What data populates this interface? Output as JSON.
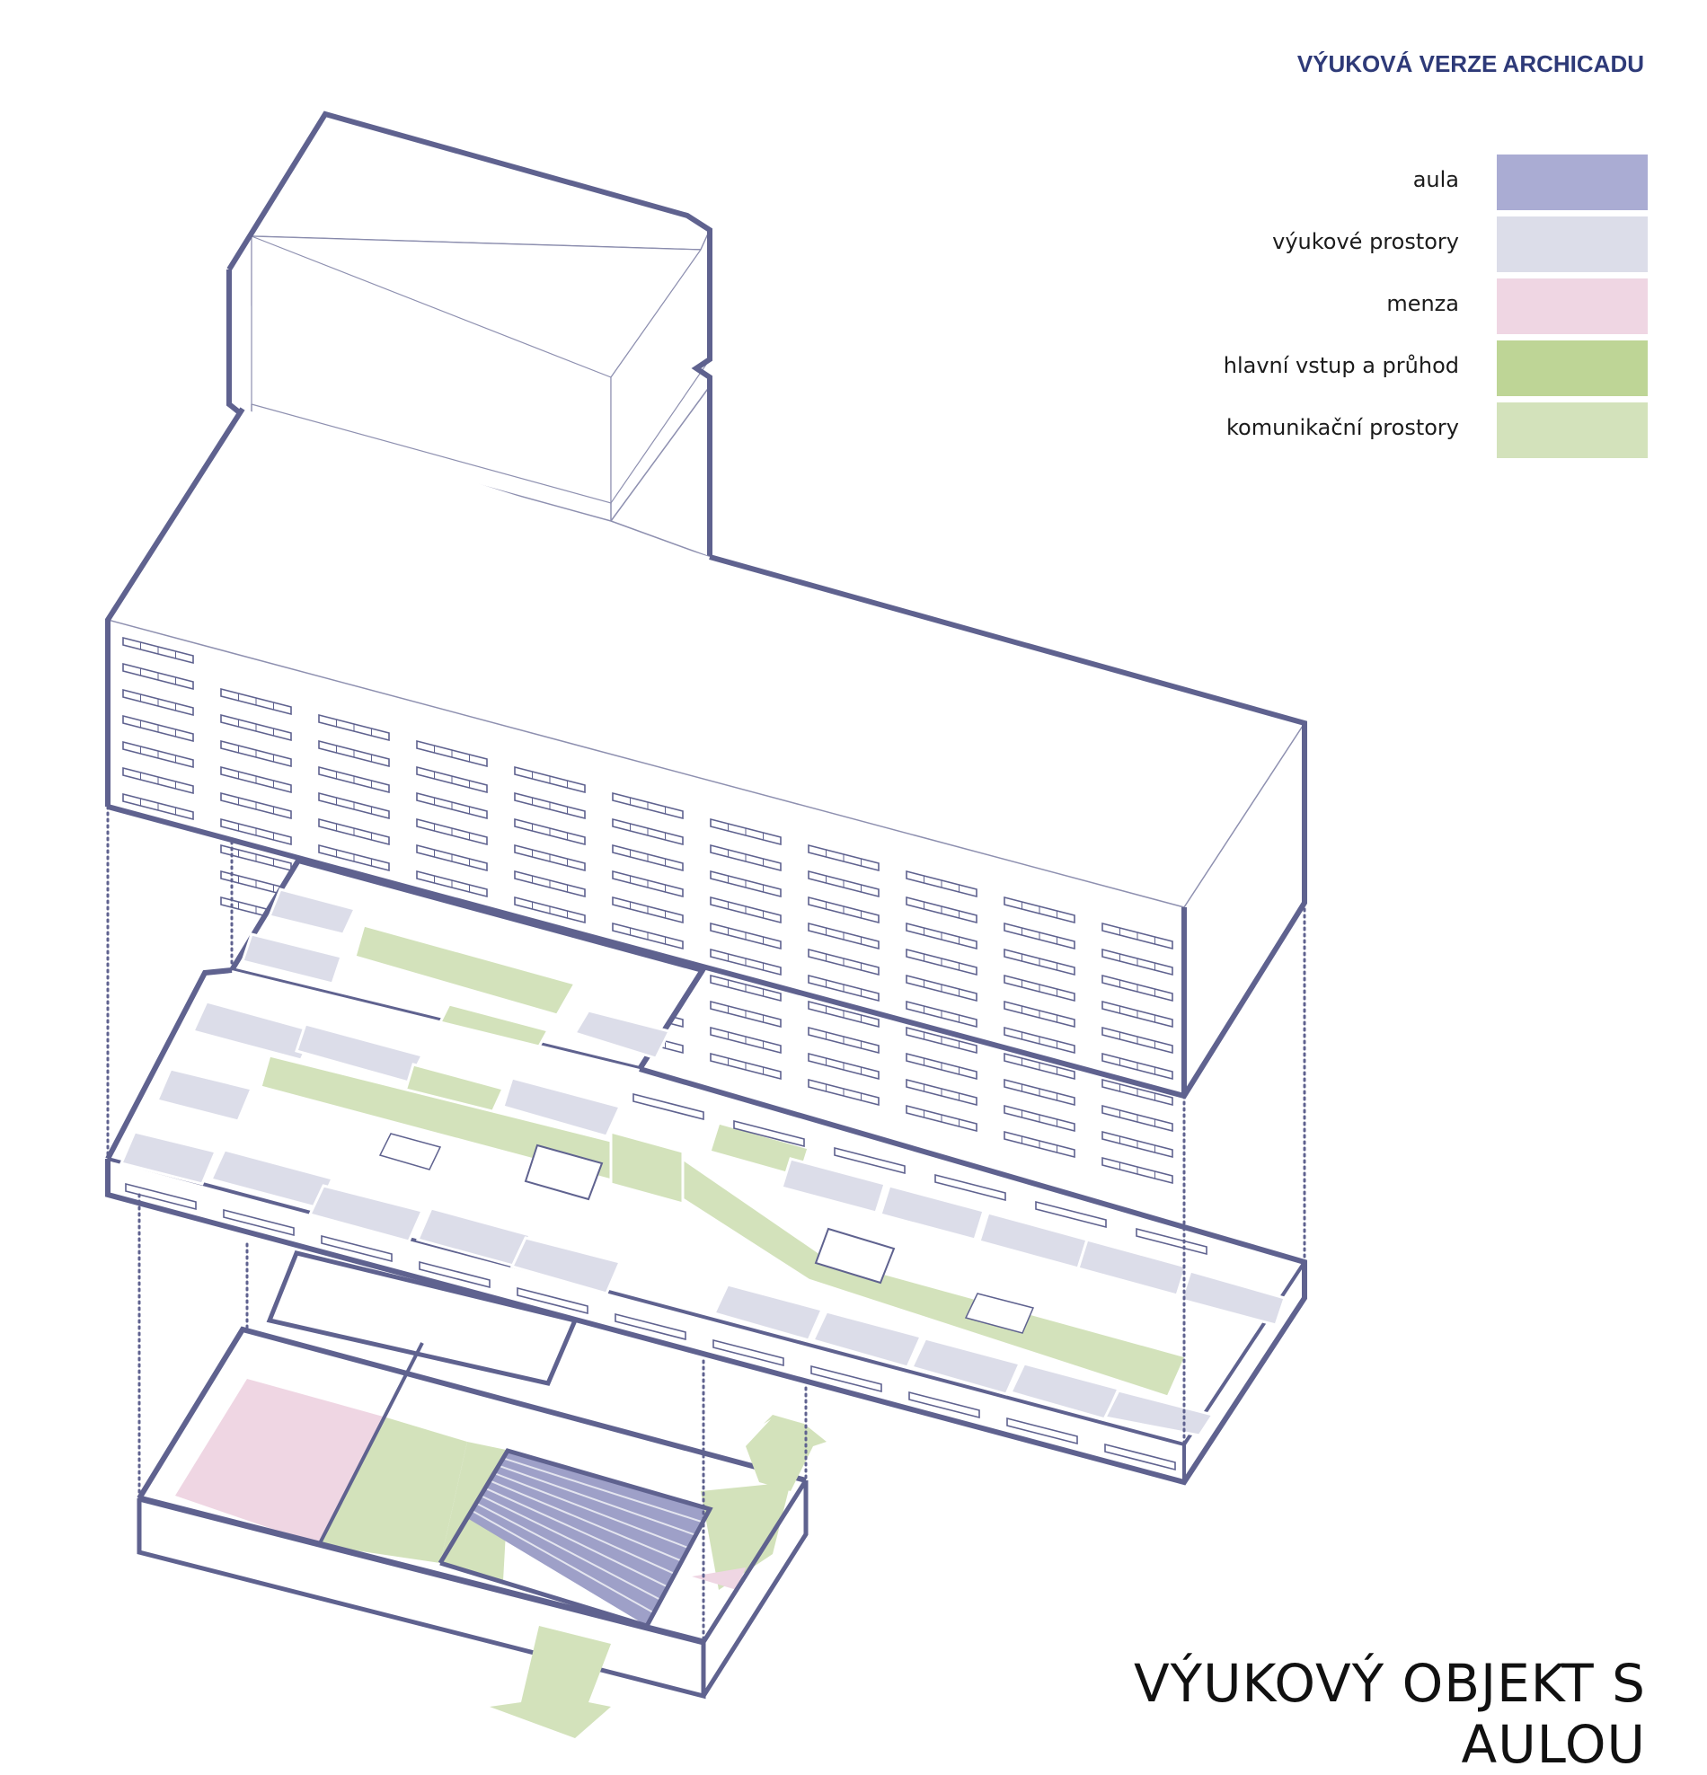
{
  "watermark": "VÝUKOVÁ VERZE ARCHICADU",
  "title": "VÝUKOVÝ OBJEKT S AULOU",
  "legend": [
    {
      "label": "aula",
      "color": "#aaacd3"
    },
    {
      "label": "výukové prostory",
      "color": "#dcdde9"
    },
    {
      "label": "menza",
      "color": "#efd6e3"
    },
    {
      "label": "hlavní vstup a průhod",
      "color": "#bed596"
    },
    {
      "label": "komunikační prostory",
      "color": "#d3e2bb"
    }
  ],
  "colors": {
    "outline": "#5f628f",
    "aula": "#aaacd3",
    "classrooms": "#dcdde9",
    "canteen": "#efd6e3",
    "entrance": "#bed596",
    "circulation": "#d3e2bb"
  }
}
